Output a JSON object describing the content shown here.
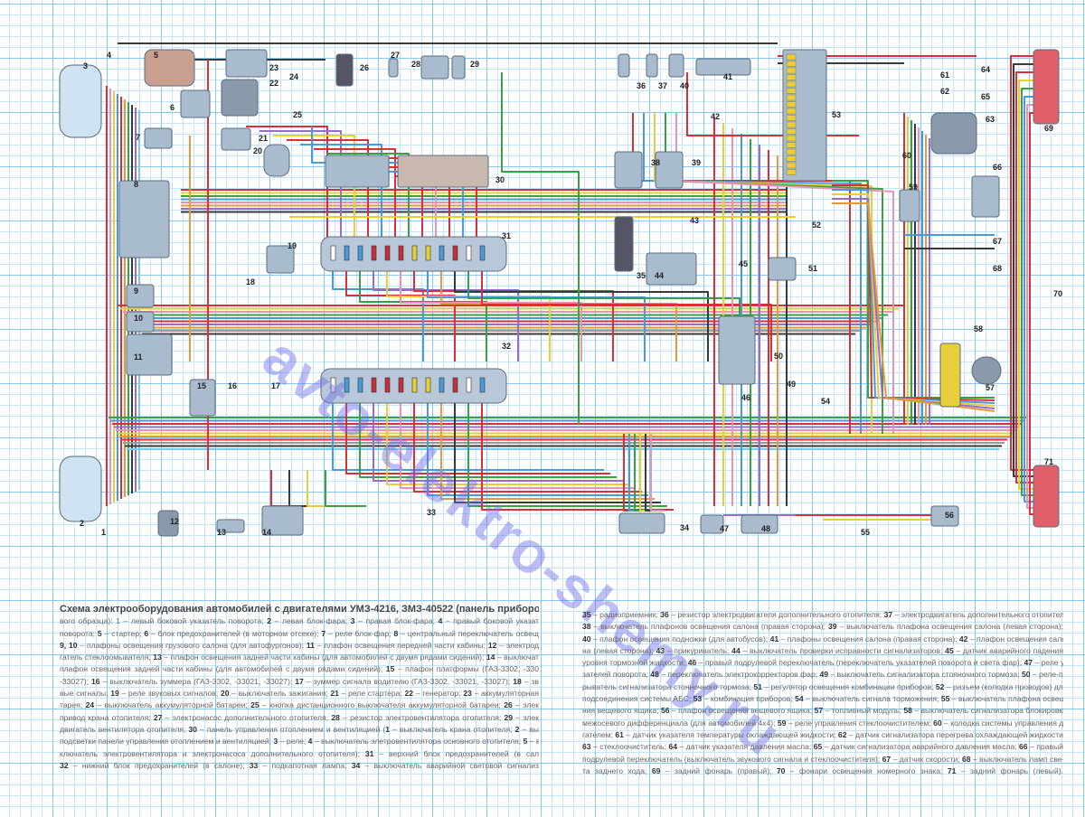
{
  "watermark": "avto-elektro-shemy.ru",
  "components": [
    "1",
    "2",
    "3",
    "4",
    "5",
    "6",
    "7",
    "8",
    "9",
    "10",
    "11",
    "12",
    "13",
    "14",
    "15",
    "16",
    "17",
    "18",
    "19",
    "20",
    "21",
    "22",
    "23",
    "24",
    "25",
    "26",
    "27",
    "28",
    "29",
    "30",
    "31",
    "32",
    "33",
    "34",
    "35",
    "36",
    "37",
    "38",
    "39",
    "40",
    "41",
    "42",
    "43",
    "44",
    "45",
    "46",
    "47",
    "48",
    "49",
    "50",
    "51",
    "52",
    "53",
    "54",
    "55",
    "56",
    "57",
    "58",
    "59",
    "60",
    "61",
    "62",
    "63",
    "64",
    "65",
    "66",
    "67",
    "68",
    "69",
    "70",
    "71"
  ],
  "wire_colors": {
    "red": "#d8303a",
    "black": "#3a3a3a",
    "blue": "#4a9ad8",
    "green": "#3aa048",
    "yellow": "#e6cf3a",
    "pink": "#ea92b6",
    "purple": "#9a6cc4",
    "orange": "#e39a3e",
    "brown": "#9a5a30",
    "gray": "#9a9a9a",
    "lightblue": "#7cc8e8"
  },
  "caption_left": {
    "title": "Схема электрооборудования автомобилей с двигателями УМЗ-4216, ЗМЗ-40522 (панель приборов но",
    "lines": [
      "вого образца): 1 – левый боковой указатель поворота; 2 – левая блок-фара; 3 – правая блок-фара; 4 – правый боковой указат",
      "поворота; 5 – стартер; 6 – блок предохранителей (в моторном отсеке); 7 – реле блок-фар; 8 – центральный переключатель освещ",
      "9, 10 – плафоны освещения грузового салона (для автофургонов); 11 – плафон освещения передней части кабины; 12 – электрод",
      "гатель стеклоомывателя; 13 – плафон освещения задней части кабины (для автомобилей с двумя рядами сидений); 14 – выключат",
      "плафон освещения задней части кабины (для автомобилей с двумя рядами сидений); 15 – плафон платформы (ГАЗ-3302, -330",
      "-33027); 16 – выключатель зуммера (ГАЗ-3302, -33021, -33027); 17 – зуммер сигнала водителю (ГАЗ-3302, -33021, -33027); 18 – зв",
      "вые сигналы; 19 – реле звуковых сигналов; 20 – выключатель зажигания; 21 – реле стартера; 22 – генератор; 23 – аккумуляторная",
      "тарея; 24 – выключатель аккумуляторной батареи; 25 – кнопка дистанционного выключателя аккумуляторной батареи; 26 – элек",
      "привод крана отопителя; 27 – электронасос дополнительного отопителя; 28 – резистор электровентилятора отопителя; 29 – элек",
      "двигатель вентилятора отопителя; 30 – панель управления отоплением и вентиляцией (1 – выключатель крана отопителя; 2 – вы",
      "подсветки панели управления отоплением и вентиляцией; 3 – реле; 4 – выключатель элетровентилятора основного отопителя; 5 – вы",
      "ключатель электровентилятора и электронасоса дополнительного отопителя); 31 – верхний блок предохранителей (в сал",
      "32 – нижний блок предохранителей (в салоне); 33 – подкапотная лампа; 34 – выключатель аварийной световой сигнализ"
    ]
  },
  "caption_right": {
    "lines": [
      "35 – радиоприемник; 36 – резистор электродвигателя дополнительного отопителя; 37 – электродвигатель дополнительного отопителя;",
      "38 – выключатель плафонов освещения салона (правая сторона); 39 – выключатель плафона освещения салона (левая сторона);",
      "40 – плафон освещения подножки (для автобусов); 41 – плафоны освещения салона (правая сторона); 42 – плафон освещения сало-",
      "на (левая сторона); 43 – прикуриватель; 44 – выключатель проверки исправности сигнализаторов; 45 – датчик аварийного падения",
      "уровня тормозной жидкости; 46 – правый подрулевой переключатель (переключатель указателей поворота и света фар); 47 – реле ука-",
      "зателей поворота; 48 – переключатель электрокорректоров фар; 49 – выключатель сигнализатора стояночного тормоза; 50 – реле-пре-",
      "рыватель сигнализатора стояночного тормоза; 51 – регулятор освещения комбинации приборов; 52 – разъем (колодка проводов) для",
      "подсоединения системы АБС; 53 – комбинация приборов; 54 – выключатель сигнала торможения; 55 – выключатель плафона освеще-",
      "ния вещевого ящика; 56 – плафон освещения вещевого ящика; 57 – топливный модуль; 58 – выключатель сигнализатора блокировки",
      "межосевого дифференциала (для автомобилей 4х4); 59 – реле управления стеклоочистителем; 60 – колодка системы управления дви-",
      "гателем; 61 – датчик указателя температуры охлаждающей жидкости; 62 – датчик сигнализатора перегрева охлаждающей жидкости;",
      "63 – стеклоочиститель; 64 – датчик указателя давления масла; 65 – датчик сигнализатора аварийного давления масла; 66 – правый",
      "подрулевой переключатель (выключатель звукового сигнала и стеклоочистителя); 67 – датчик скорости; 68 – выключатель ламп све-",
      "та заднего хода; 69 – задний фонарь (правый); 70 – фонари освещения номерного знака; 71 – задний фонарь (левый)."
    ]
  }
}
